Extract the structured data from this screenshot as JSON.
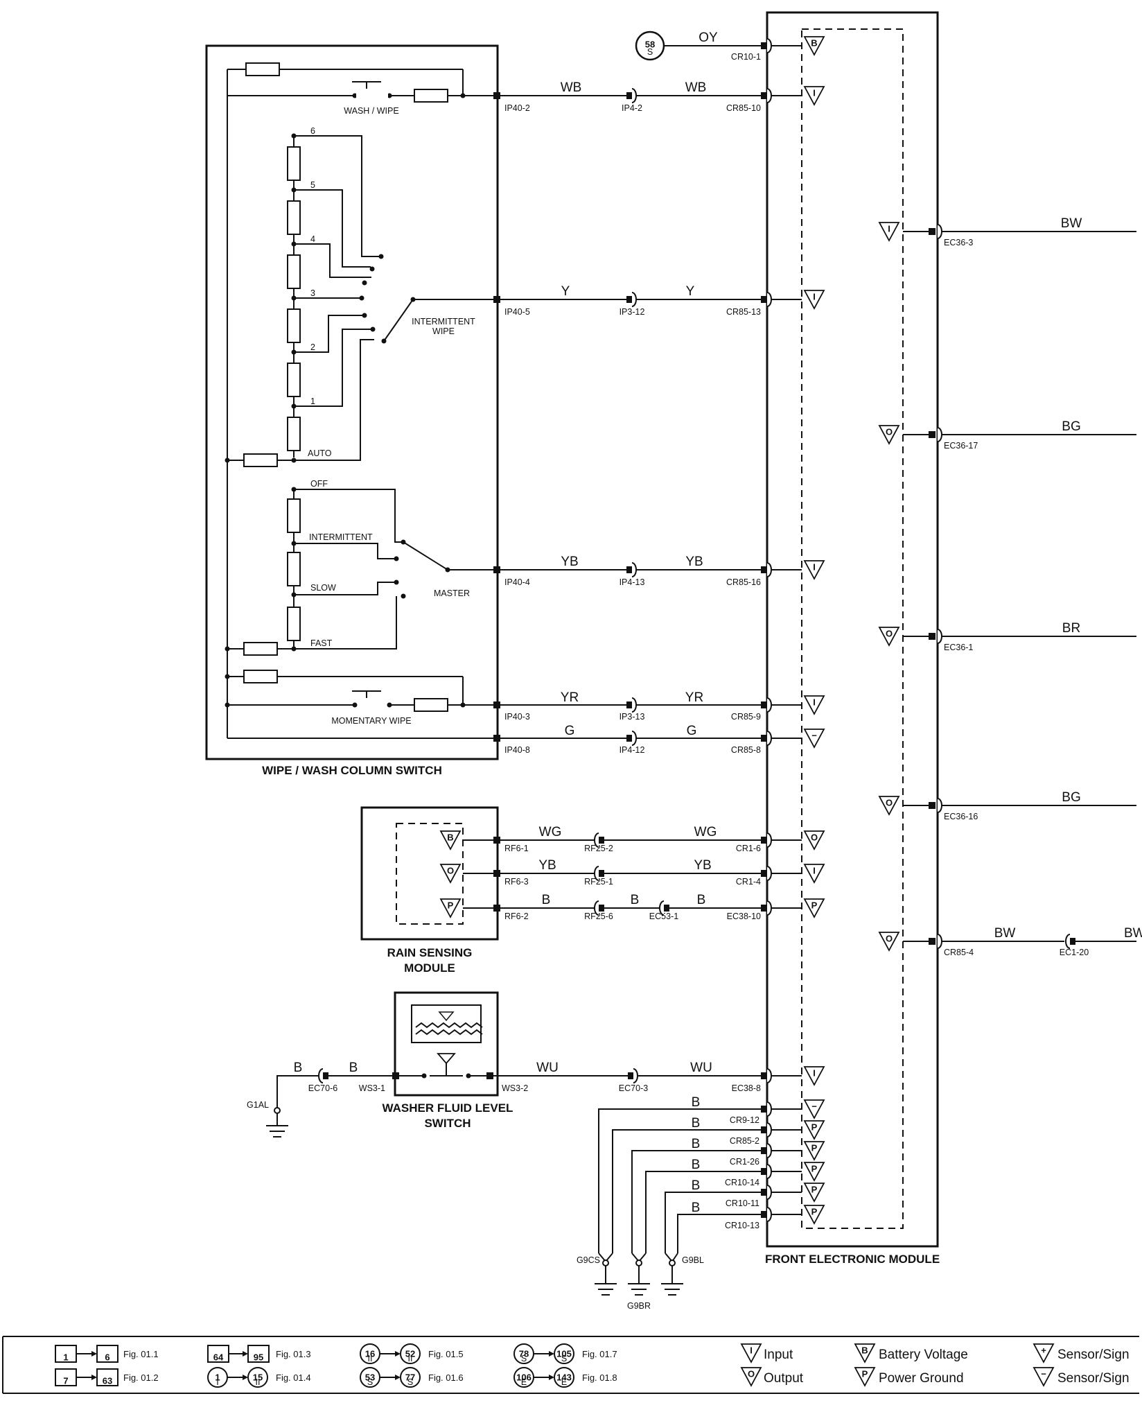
{
  "switch_block": {
    "title": "WIPE / WASH COLUMN SWITCH",
    "wash_wipe": "WASH / WIPE",
    "intermittent_wipe": "INTERMITTENT WIPE",
    "positions": [
      "6",
      "5",
      "4",
      "3",
      "2",
      "1",
      "AUTO"
    ],
    "modes": [
      "OFF",
      "INTERMITTENT",
      "SLOW",
      "FAST"
    ],
    "master": "MASTER",
    "momentary_wipe": "MOMENTARY WIPE"
  },
  "rain_module": {
    "title_line1": "RAIN SENSING",
    "title_line2": "MODULE"
  },
  "washer_switch": {
    "title_line1": "WASHER FLUID LEVEL",
    "title_line2": "SWITCH"
  },
  "fem": {
    "title": "FRONT ELECTRONIC MODULE"
  },
  "fig_ref": {
    "number": "58",
    "sub": "S"
  },
  "wires": {
    "oy": "OY",
    "wb1": "WB",
    "wb2": "WB",
    "y1": "Y",
    "y2": "Y",
    "yb1": "YB",
    "yb2": "YB",
    "yr1": "YR",
    "yr2": "YR",
    "g1": "G",
    "g2": "G",
    "wg1": "WG",
    "wg2": "WG",
    "ybr1": "YB",
    "ybr2": "YB",
    "br1": "B",
    "br2": "B",
    "br3": "B",
    "wu1": "WU",
    "wu2": "WU",
    "gb1": "B",
    "gb2": "B",
    "gnd1": "B",
    "gnd2": "B",
    "gnd3": "B",
    "gnd4": "B",
    "gnd5": "B",
    "gnd6": "B",
    "out_bw1": "BW",
    "out_bg1": "BG",
    "out_br": "BR",
    "out_bg2": "BG",
    "out_bw2": "BW",
    "out_bw3": "BW"
  },
  "connectors": {
    "cr10_1": "CR10-1",
    "ip40_2": "IP40-2",
    "ip4_2": "IP4-2",
    "cr85_10": "CR85-10",
    "ip40_5": "IP40-5",
    "ip3_12": "IP3-12",
    "cr85_13": "CR85-13",
    "ip40_4": "IP40-4",
    "ip4_13": "IP4-13",
    "cr85_16": "CR85-16",
    "ip40_3": "IP40-3",
    "ip3_13": "IP3-13",
    "cr85_9": "CR85-9",
    "ip40_8": "IP40-8",
    "ip4_12": "IP4-12",
    "cr85_8": "CR85-8",
    "rf6_1": "RF6-1",
    "rf25_2": "RF25-2",
    "cr1_6": "CR1-6",
    "rf6_3": "RF6-3",
    "rf25_1": "RF25-1",
    "cr1_4": "CR1-4",
    "rf6_2": "RF6-2",
    "rf25_6": "RF25-6",
    "ec53_1": "EC53-1",
    "ec38_10": "EC38-10",
    "ws3_2": "WS3-2",
    "ec70_3": "EC70-3",
    "ec38_8": "EC38-8",
    "ws3_1": "WS3-1",
    "ec70_6": "EC70-6",
    "cr9_12": "CR9-12",
    "cr85_2": "CR85-2",
    "cr1_26": "CR1-26",
    "cr10_14": "CR10-14",
    "cr10_11": "CR10-11",
    "cr10_13": "CR10-13",
    "ec36_3": "EC36-3",
    "ec36_17": "EC36-17",
    "ec36_1": "EC36-1",
    "ec36_16": "EC36-16",
    "cr85_4": "CR85-4",
    "ec1_20": "EC1-20"
  },
  "grounds": {
    "g1al": "G1AL",
    "g9cs": "G9CS",
    "g9br": "G9BR",
    "g9bl": "G9BL"
  },
  "symbols": {
    "input": "I",
    "output": "O",
    "battery": "B",
    "power_ground": "P",
    "sensor_neg": "−"
  },
  "legend": {
    "figs": [
      {
        "from": "1",
        "to": "6",
        "label": "Fig. 01.1"
      },
      {
        "from": "7",
        "to": "63",
        "label": "Fig. 01.2"
      },
      {
        "from": "64",
        "to": "95",
        "label": "Fig. 01.3"
      },
      {
        "from": "1",
        "from_sub": "I",
        "to": "15",
        "to_sub": "II",
        "label": "Fig. 01.4"
      },
      {
        "from": "16",
        "from_sub": "II",
        "to": "52",
        "to_sub": "II",
        "label": "Fig. 01.5"
      },
      {
        "from": "53",
        "from_sub": "S",
        "to": "77",
        "to_sub": "S",
        "label": "Fig. 01.6"
      },
      {
        "from": "78",
        "from_sub": "S",
        "to": "105",
        "to_sub": "S",
        "label": "Fig. 01.7"
      },
      {
        "from": "106",
        "from_sub": "E",
        "to": "143",
        "to_sub": "E",
        "label": "Fig. 01.8"
      }
    ],
    "symbols": [
      {
        "glyph": "I",
        "label": "Input"
      },
      {
        "glyph": "O",
        "label": "Output"
      },
      {
        "glyph": "B",
        "label": "Battery Voltage"
      },
      {
        "glyph": "P",
        "label": "Power Ground"
      },
      {
        "glyph": "+",
        "label": "Sensor/Sign"
      },
      {
        "glyph": "−",
        "label": "Sensor/Sign"
      }
    ]
  }
}
